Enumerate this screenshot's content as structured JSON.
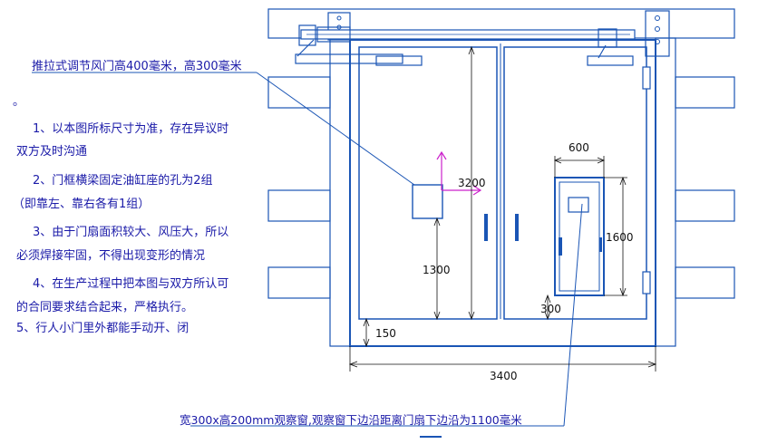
{
  "notes": {
    "title_note": "推拉式调节风门高400毫米，高300毫米",
    "dot": "。",
    "note1_line1": "1、以本图所标尺寸为准，存在异议时",
    "note1_line2": "双方及时沟通",
    "note2_line1": "2、门框横梁固定油缸座的孔为2组",
    "note2_line2": "（即靠左、靠右各有1组）",
    "note3_line1": "3、由于门扇面积较大、风压大，所以",
    "note3_line2": "必须焊接牢固，不得出现变形的情况",
    "note4_line1": "4、在生产过程中把本图与双方所认可",
    "note4_line2": "的合同要求结合起来，严格执行。",
    "note5": "5、行人小门里外都能手动开、闭",
    "bottom_note": "宽300x高200mm观察窗,观察窗下边沿距离门扇下边沿为1100毫米"
  },
  "dimensions": {
    "door_height": "3200",
    "damper_height": "1300",
    "bottom_gap": "150",
    "door_width": "3400",
    "small_door_width": "600",
    "small_door_height": "1600",
    "small_door_bottom": "300"
  },
  "colors": {
    "line": "#1a55b5",
    "text": "#1a1aa8",
    "dimension": "#111111",
    "magenta": "#cc22cc"
  }
}
